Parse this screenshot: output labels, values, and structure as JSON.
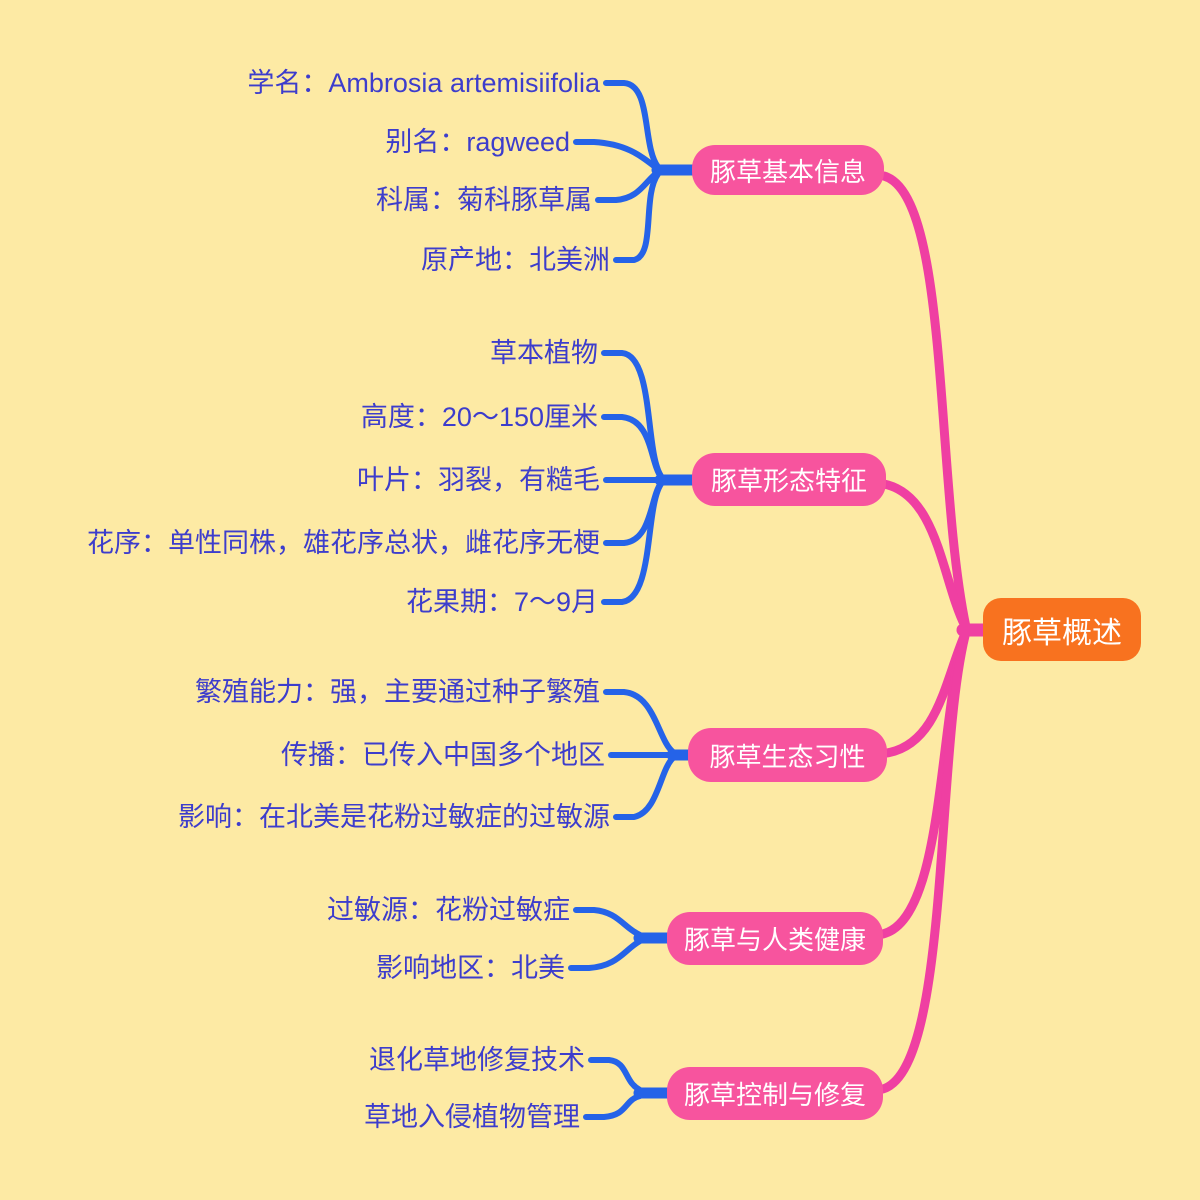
{
  "root": {
    "label": "豚草概述"
  },
  "branches": [
    {
      "label": "豚草基本信息",
      "leaves": [
        "学名：Ambrosia artemisiifolia",
        "别名：ragweed",
        "科属：菊科豚草属",
        "原产地：北美洲"
      ]
    },
    {
      "label": "豚草形态特征",
      "leaves": [
        "草本植物",
        "高度：20～150厘米",
        "叶片：羽裂，有糙毛",
        "花序：单性同株，雄花序总状，雌花序无梗",
        "花果期：7～9月"
      ]
    },
    {
      "label": "豚草生态习性",
      "leaves": [
        "繁殖能力：强，主要通过种子繁殖",
        "传播：已传入中国多个地区",
        "影响：在北美是花粉过敏症的过敏源"
      ]
    },
    {
      "label": "豚草与人类健康",
      "leaves": [
        "过敏源：花粉过敏症",
        "影响地区：北美"
      ]
    },
    {
      "label": "豚草控制与修复",
      "leaves": [
        "退化草地修复技术",
        "草地入侵植物管理"
      ]
    }
  ],
  "colors": {
    "background": "#fdeaa4",
    "branch_node": "#f7549e",
    "root_node": "#f8721f",
    "leaf_text": "#3d3dcc",
    "leaf_edge": "#2563e8",
    "root_edge": "#ef3fa2",
    "node_text": "#ffffff"
  }
}
